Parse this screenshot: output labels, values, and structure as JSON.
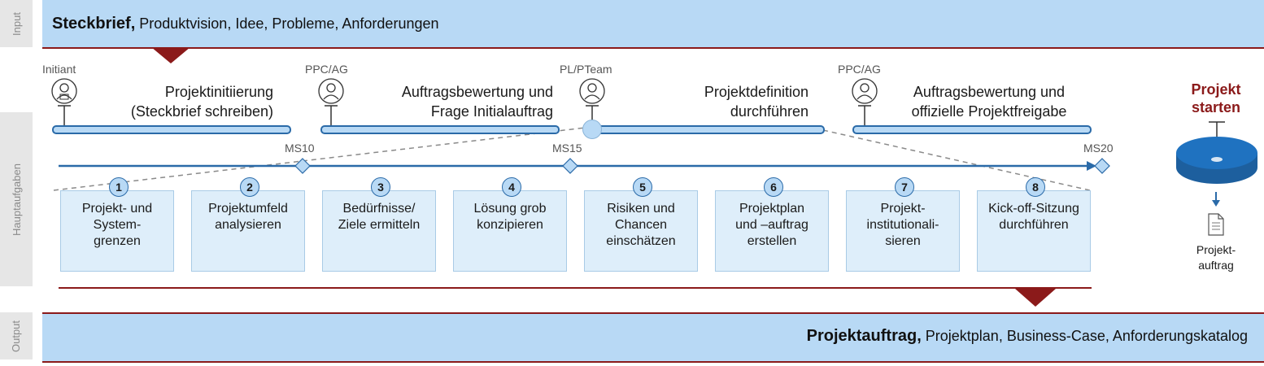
{
  "side_labels": {
    "input": "Input",
    "main": "Hauptaufgaben",
    "output": "Output"
  },
  "input_band": {
    "bold": "Steckbrief,",
    "rest": " Produktvision, Idee, Probleme, Anforderungen"
  },
  "output_band": {
    "bold": "Projektauftrag,",
    "rest": " Projektplan, Business-Case, Anforderungskatalog"
  },
  "roles": [
    "Initiant",
    "PPC/AG",
    "PL/PTeam",
    "PPC/AG"
  ],
  "phases": [
    {
      "line1": "Projektinitiierung",
      "line2": "(Steckbrief schreiben)"
    },
    {
      "line1": "Auftragsbewertung und",
      "line2": "Frage Initialauftrag"
    },
    {
      "line1": "Projektdefinition",
      "line2": "durchführen"
    },
    {
      "line1": "Auftragsbewertung und",
      "line2": "offizielle Projektfreigabe"
    }
  ],
  "milestones": [
    "MS10",
    "MS15",
    "MS20"
  ],
  "steps": [
    {
      "num": "1",
      "lines": [
        "Projekt- und",
        "System-",
        "grenzen"
      ]
    },
    {
      "num": "2",
      "lines": [
        "Projektumfeld",
        "analysieren"
      ]
    },
    {
      "num": "3",
      "lines": [
        "Bedürfnisse/",
        "Ziele ermitteln"
      ]
    },
    {
      "num": "4",
      "lines": [
        "Lösung grob",
        "konzipieren"
      ]
    },
    {
      "num": "5",
      "lines": [
        "Risiken und",
        "Chancen",
        "einschätzen"
      ]
    },
    {
      "num": "6",
      "lines": [
        "Projektplan",
        "und –auftrag",
        "erstellen"
      ]
    },
    {
      "num": "7",
      "lines": [
        "Projekt-",
        "institutionali-",
        "sieren"
      ]
    },
    {
      "num": "8",
      "lines": [
        "Kick-off-Sitzung",
        "durchführen"
      ]
    }
  ],
  "start": {
    "line1": "Projekt",
    "line2": "starten"
  },
  "document": {
    "line1": "Projekt-",
    "line2": "auftrag"
  },
  "colors": {
    "band": "#b8d9f5",
    "accent": "#8b1a1a",
    "line": "#2a6aa8",
    "box": "#deeefa"
  }
}
